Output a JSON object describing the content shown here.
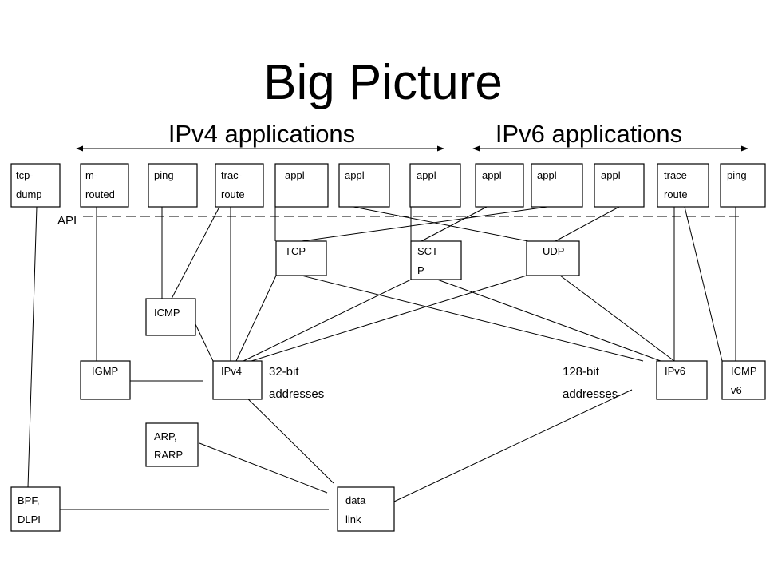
{
  "title": "Big Picture",
  "left_heading": "IPv4 applications",
  "right_heading": "IPv6 applications",
  "api_label": "API",
  "apps": [
    [
      "tcp-",
      "dump"
    ],
    [
      "m-",
      "routed"
    ],
    [
      "ping"
    ],
    [
      "trac-",
      "route"
    ],
    [
      "appl"
    ],
    [
      "appl"
    ],
    [
      "appl"
    ],
    [
      "appl"
    ],
    [
      "appl"
    ],
    [
      "appl"
    ],
    [
      "trace-",
      "route"
    ],
    [
      "ping"
    ]
  ],
  "transport": {
    "tcp": [
      "TCP"
    ],
    "sctp": [
      "SCT",
      "P"
    ],
    "udp": [
      "UDP"
    ]
  },
  "network": {
    "icmp": [
      "ICMP"
    ],
    "igmp": [
      "IGMP"
    ],
    "ipv4": [
      "IPv4"
    ],
    "ipv6": [
      "IPv6"
    ],
    "icmpv6": [
      "ICMP",
      "v6"
    ],
    "arp": [
      "ARP,",
      "RARP"
    ]
  },
  "link": {
    "bpf": [
      "BPF,",
      "DLPI"
    ],
    "datalink": [
      "data",
      "link"
    ]
  },
  "annotations": {
    "v4_bits": [
      "32-bit",
      "addresses"
    ],
    "v6_bits": [
      "128-bit",
      "addresses"
    ]
  }
}
